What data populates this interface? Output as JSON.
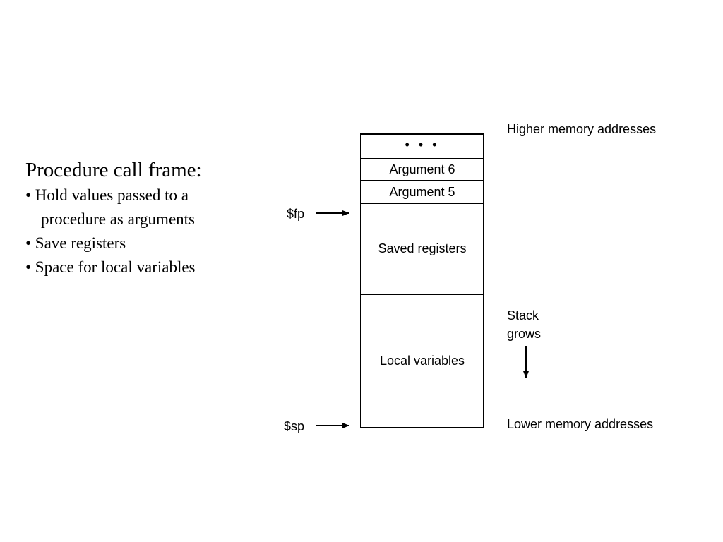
{
  "frame_description": {
    "title": "Procedure call frame:",
    "bullets": [
      [
        "• Hold values passed to a",
        "procedure as arguments"
      ],
      [
        "• Save registers"
      ],
      [
        "• Space for local variables"
      ]
    ]
  },
  "stack": {
    "cells": {
      "dots": "• • •",
      "arg6": "Argument 6",
      "arg5": "Argument 5",
      "saved": "Saved registers",
      "local": "Local variables"
    }
  },
  "pointers": {
    "fp": "$fp",
    "sp": "$sp"
  },
  "annotations": {
    "higher": "Higher memory addresses",
    "lower": "Lower memory addresses",
    "grows_line1": "Stack",
    "grows_line2": "grows"
  }
}
